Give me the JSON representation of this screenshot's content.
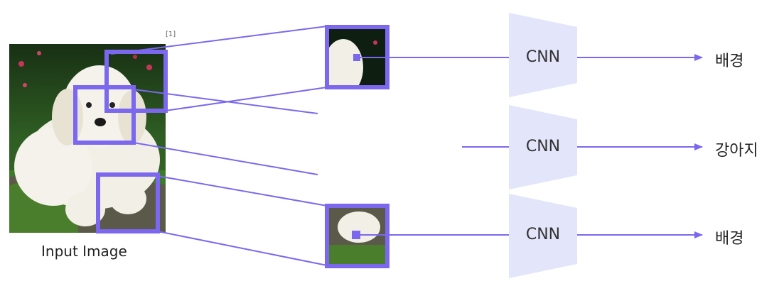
{
  "diagram": {
    "source_caption": "Input Image",
    "reference_mark": "[1]",
    "model_label": "CNN",
    "outputs": [
      "배경",
      "강아지",
      "배경"
    ]
  },
  "colors": {
    "accent": "#7B68EE",
    "cnn_block": "#E3E6FA",
    "grass": "#2F5E23",
    "dog_fur": "#F1EFE6"
  }
}
